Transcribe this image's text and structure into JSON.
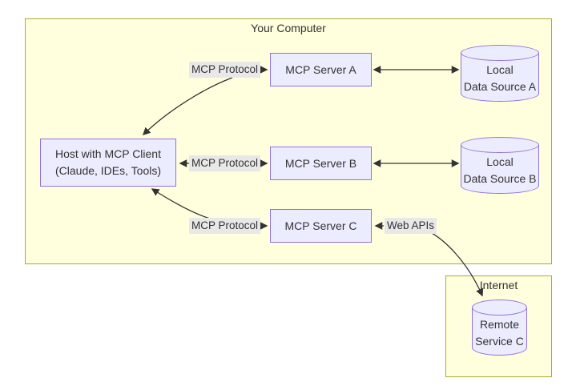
{
  "diagram": {
    "clusters": {
      "your_computer": {
        "label": "Your Computer"
      },
      "internet": {
        "label": "Internet"
      }
    },
    "nodes": {
      "host": {
        "line1": "Host with MCP Client",
        "line2": "(Claude, IDEs, Tools)"
      },
      "server_a": {
        "label": "MCP Server A"
      },
      "server_b": {
        "label": "MCP Server B"
      },
      "server_c": {
        "label": "MCP Server C"
      },
      "data_source_a": {
        "line1": "Local",
        "line2": "Data Source A"
      },
      "data_source_b": {
        "line1": "Local",
        "line2": "Data Source B"
      },
      "remote_service_c": {
        "line1": "Remote",
        "line2": "Service C"
      }
    },
    "edge_labels": {
      "mcp_protocol_a": "MCP Protocol",
      "mcp_protocol_b": "MCP Protocol",
      "mcp_protocol_c": "MCP Protocol",
      "web_apis": "Web APIs"
    },
    "colors": {
      "node_fill": "#ECECFF",
      "node_border": "#9370DB",
      "cluster_fill": "#FFFFDE",
      "cluster_border": "#AAAA33",
      "edge_label_bg": "#E8E8E8",
      "edge_line": "#333333",
      "text": "#333333"
    }
  }
}
